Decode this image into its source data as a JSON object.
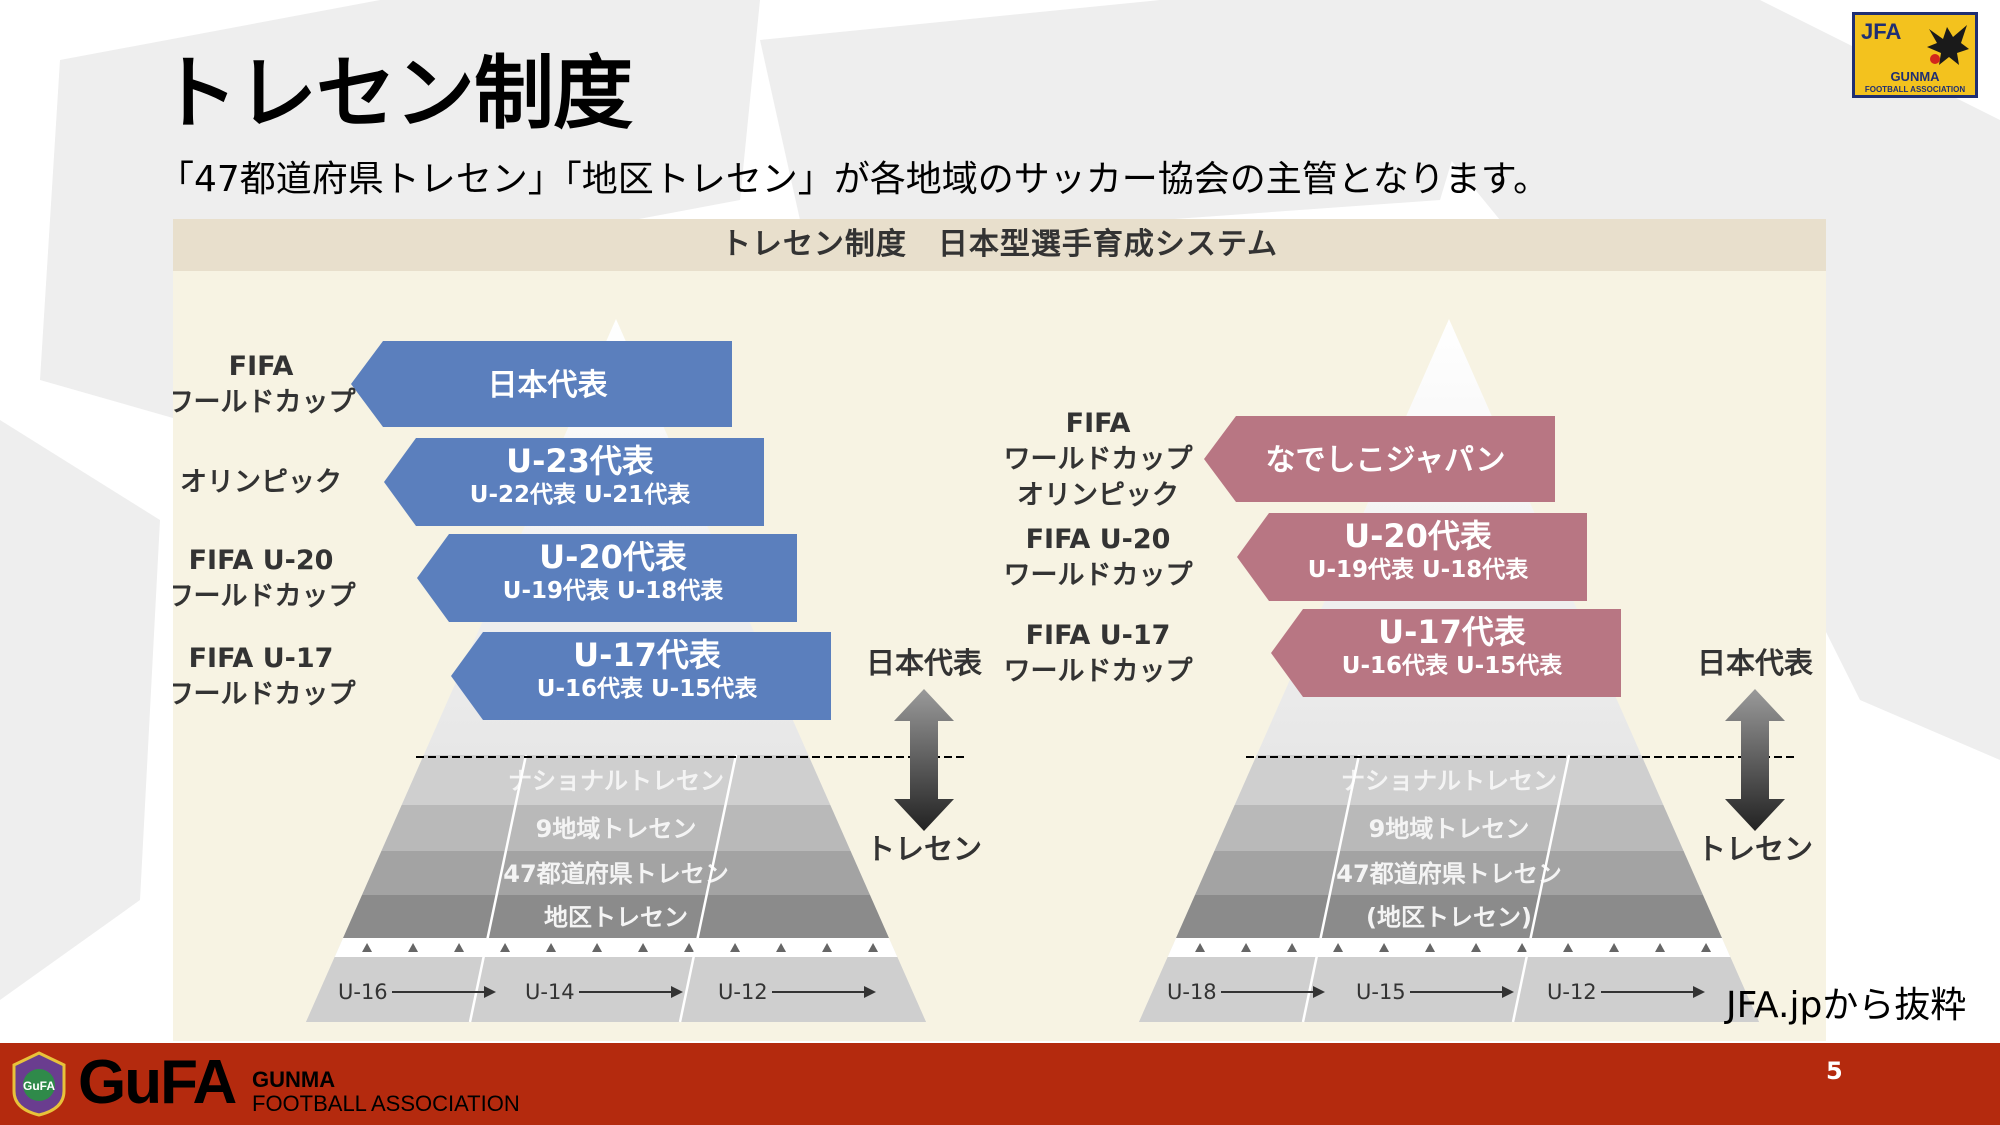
{
  "slide": {
    "title": "トレセン制度",
    "subtitle": "「47都道府県トレセン」「地区トレセン」が各地域のサッカー協会の主管となります。",
    "source_note": "JFA.jpから抜粋",
    "page_number": "5"
  },
  "jfa_logo": {
    "text": "JFA",
    "line1": "GUNMA",
    "line2": "FOOTBALL ASSOCIATION",
    "icon": "yatagarasu-icon"
  },
  "footer": {
    "brand": "GuFA",
    "line1": "GUNMA",
    "line2": "FOOTBALL ASSOCIATION",
    "emblem_icon": "gufa-emblem-icon",
    "bar_color": "#b42a0e"
  },
  "diagram": {
    "header": "トレセン制度　日本型選手育成システム",
    "colors": {
      "men": "#5b7fbd",
      "women": "#b87683",
      "header_bg": "#e8dfcc",
      "panel_bg": "#f7f3e3"
    },
    "men": {
      "rows": [
        {
          "event": [
            "FIFA",
            "ワールドカップ"
          ],
          "team": [
            "日本代表"
          ]
        },
        {
          "event": [
            "オリンピック"
          ],
          "team": [
            "U-23代表",
            "U-22代表 U-21代表"
          ]
        },
        {
          "event": [
            "FIFA U-20",
            "ワールドカップ"
          ],
          "team": [
            "U-20代表",
            "U-19代表 U-18代表"
          ]
        },
        {
          "event": [
            "FIFA U-17",
            "ワールドカップ"
          ],
          "team": [
            "U-17代表",
            "U-16代表 U-15代表"
          ]
        }
      ],
      "tiers": [
        "ナショナルトレセン",
        "9地域トレセン",
        "47都道府県トレセン",
        "地区トレセン"
      ],
      "ages": [
        "U-16",
        "U-14",
        "U-12"
      ]
    },
    "women": {
      "rows": [
        {
          "event": [
            "FIFA",
            "ワールドカップ",
            "オリンピック"
          ],
          "team": [
            "なでしこジャパン"
          ]
        },
        {
          "event": [
            "FIFA U-20",
            "ワールドカップ"
          ],
          "team": [
            "U-20代表",
            "U-19代表 U-18代表"
          ]
        },
        {
          "event": [
            "FIFA U-17",
            "ワールドカップ"
          ],
          "team": [
            "U-17代表",
            "U-16代表 U-15代表"
          ]
        }
      ],
      "tiers": [
        "ナショナルトレセン",
        "9地域トレセン",
        "47都道府県トレセン",
        "(地区トレセン)"
      ],
      "ages": [
        "U-18",
        "U-15",
        "U-12"
      ]
    },
    "arrow_labels": {
      "top": "日本代表",
      "bottom": "トレセン"
    }
  }
}
